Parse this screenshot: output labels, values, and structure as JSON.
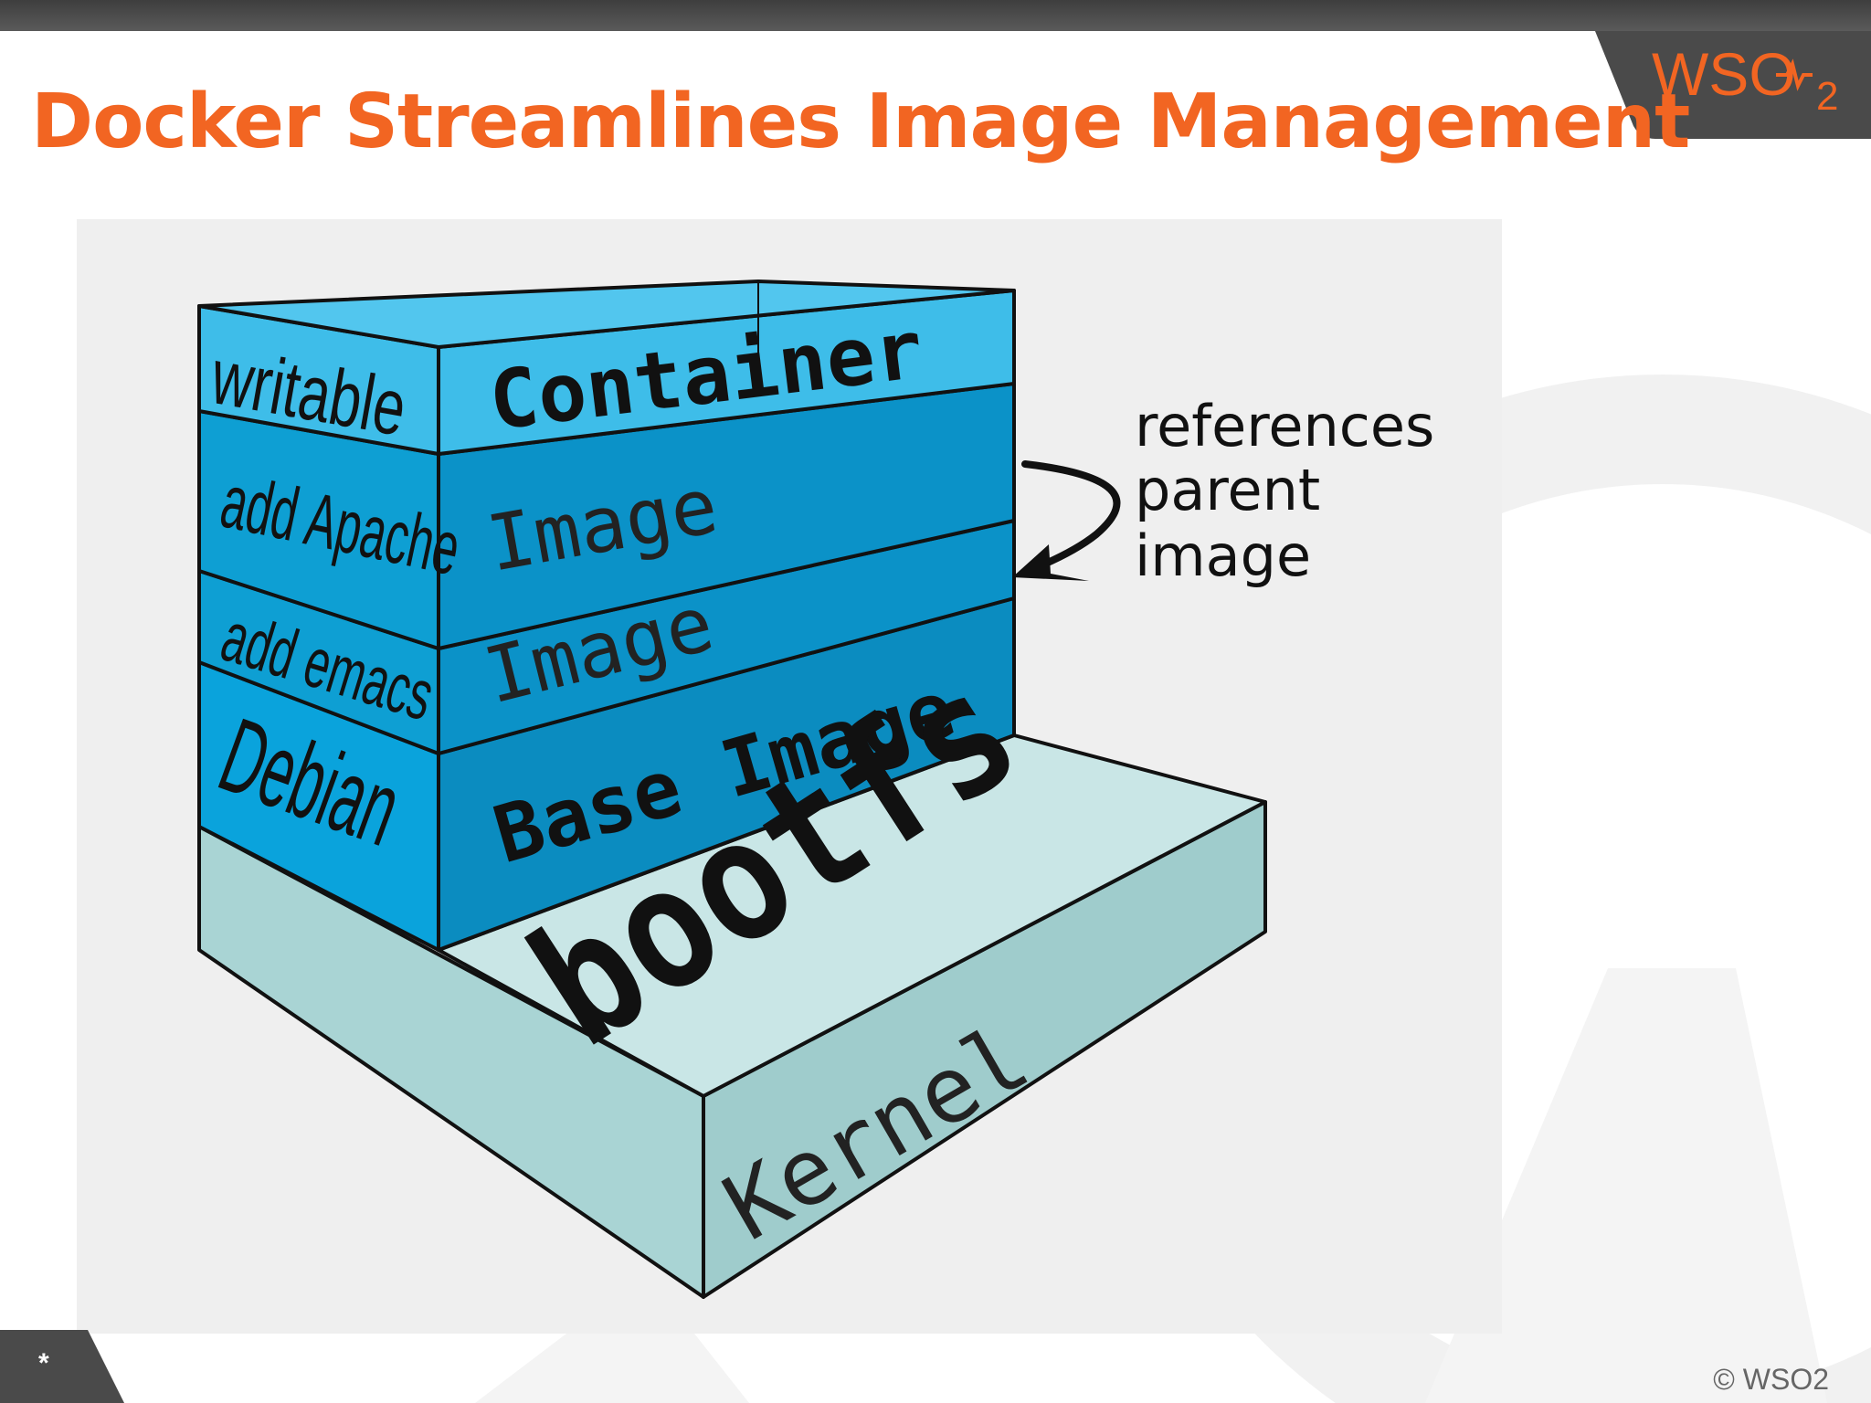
{
  "slide": {
    "title": "Docker Streamlines Image Management",
    "footer_marker": "*",
    "copyright": "© WSO2"
  },
  "logo": {
    "letters": "WSO",
    "subscript": "2"
  },
  "diagram": {
    "layers": {
      "writable": "writable",
      "container": "Container",
      "add_apache": "add Apache",
      "image_1": "Image",
      "add_emacs": "add emacs",
      "image_2": "Image",
      "debian": "Debian",
      "base_image": "Base Image",
      "bootfs": "bootfs",
      "kernel": "Kernel"
    },
    "annotation": {
      "line1": "references",
      "line2": "parent",
      "line3": "image"
    }
  },
  "colors": {
    "accent": "#f26522",
    "layer_light": "#3ebde9",
    "layer_mid": "#0aa3dc",
    "layer_dark": "#0b8cc0",
    "base_teal": "#a9d4d4"
  }
}
